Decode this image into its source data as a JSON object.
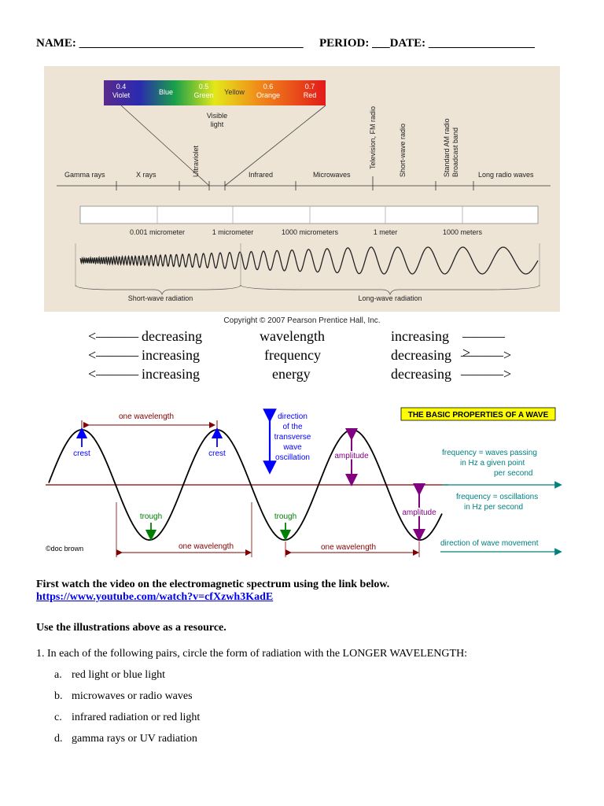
{
  "header": {
    "name_label": "NAME:",
    "name_blank": "______________________________________",
    "period_label": "PERIOD:",
    "period_blank": "___",
    "date_label": "DATE:",
    "date_blank": "__________________"
  },
  "spectrum": {
    "visible_bar": [
      {
        "num": "0.4",
        "name": "Violet"
      },
      {
        "num": "",
        "name": "Blue"
      },
      {
        "num": "0.5",
        "name": "Green"
      },
      {
        "num": "",
        "name": "Yellow"
      },
      {
        "num": "0.6",
        "name": "Orange"
      },
      {
        "num": "0.7",
        "name": "Red"
      }
    ],
    "visible_light_label_1": "Visible",
    "visible_light_label_2": "light",
    "bands": [
      "Gamma rays",
      "X rays",
      "Ultraviolet",
      "Infrared",
      "Microwaves",
      "Television, FM radio",
      "Short-wave radio",
      "Standard AM radio",
      "Broadcast band",
      "Long radio waves"
    ],
    "scale_labels": [
      "0.001 micrometer",
      "1 micrometer",
      "1000 micrometers",
      "1 meter",
      "1000 meters"
    ],
    "short_wave": "Short-wave radiation",
    "long_wave": "Long-wave radiation",
    "copyright": "Copyright © 2007 Pearson Prentice Hall, Inc."
  },
  "relations": [
    {
      "left": "decreasing",
      "middle": "wavelength",
      "right": "increasing"
    },
    {
      "left": "increasing",
      "middle": "frequency",
      "right": "decreasing"
    },
    {
      "left": "increasing",
      "middle": "energy",
      "right": "decreasing"
    }
  ],
  "wave_diagram": {
    "title": "THE BASIC PROPERTIES OF A WAVE",
    "one_wavelength": "one wavelength",
    "crest": "crest",
    "trough": "trough",
    "amplitude": "amplitude",
    "direction_lines": [
      "direction",
      "of the",
      "transverse",
      "wave",
      "oscillation"
    ],
    "freq1_lines": [
      "frequency = waves passing",
      "in Hz          a given point",
      "per second"
    ],
    "freq2_lines": [
      "frequency = oscillations",
      "in Hz          per second"
    ],
    "movement": "direction of wave movement",
    "credit": "©doc brown"
  },
  "instructions": {
    "watch": "First watch the video on the electromagnetic spectrum using the link below.",
    "link": "https://www.youtube.com/watch?v=cfXzwh3KadE",
    "resource": "Use the illustrations above as a resource.",
    "q1": "1. In each of the following pairs, circle the form of radiation with the LONGER WAVELENGTH:",
    "items": [
      {
        "label": "a.",
        "text": "red light or blue light"
      },
      {
        "label": "b.",
        "text": "microwaves or radio waves"
      },
      {
        "label": "c.",
        "text": "infrared radiation or red light"
      },
      {
        "label": "d.",
        "text": "gamma rays or UV radiation"
      }
    ]
  },
  "colors": {
    "crest": "#0000ff",
    "trough": "#008000",
    "amplitude": "#800080",
    "baseline": "#800000",
    "teal": "#008080",
    "title_bg": "#ffff00"
  }
}
